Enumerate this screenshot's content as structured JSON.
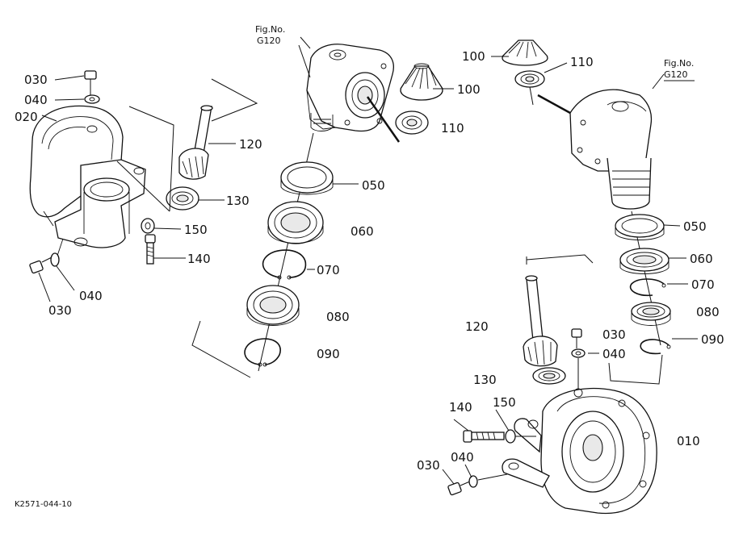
{
  "diagram_code": "K2571-044-10",
  "fig_refs": [
    {
      "id": "fig-left",
      "line1": "Fig.No.",
      "line2": "G120"
    },
    {
      "id": "fig-right",
      "line1": "Fig.No.",
      "line2": "G120"
    }
  ],
  "callouts": [
    {
      "id": "c-030-a",
      "text": "030"
    },
    {
      "id": "c-040-a",
      "text": "040"
    },
    {
      "id": "c-020",
      "text": "020"
    },
    {
      "id": "c-120-a",
      "text": "120"
    },
    {
      "id": "c-130-a",
      "text": "130"
    },
    {
      "id": "c-150-a",
      "text": "150"
    },
    {
      "id": "c-140-a",
      "text": "140"
    },
    {
      "id": "c-040-b",
      "text": "040"
    },
    {
      "id": "c-030-b",
      "text": "030"
    },
    {
      "id": "c-100-a",
      "text": "100"
    },
    {
      "id": "c-110-a",
      "text": "110"
    },
    {
      "id": "c-050-a",
      "text": "050"
    },
    {
      "id": "c-060-a",
      "text": "060"
    },
    {
      "id": "c-070-a",
      "text": "070"
    },
    {
      "id": "c-080-a",
      "text": "080"
    },
    {
      "id": "c-090-a",
      "text": "090"
    },
    {
      "id": "c-100-b",
      "text": "100"
    },
    {
      "id": "c-110-b",
      "text": "110"
    },
    {
      "id": "c-050-b",
      "text": "050"
    },
    {
      "id": "c-060-b",
      "text": "060"
    },
    {
      "id": "c-070-b",
      "text": "070"
    },
    {
      "id": "c-080-b",
      "text": "080"
    },
    {
      "id": "c-090-b",
      "text": "090"
    },
    {
      "id": "c-120-b",
      "text": "120"
    },
    {
      "id": "c-030-c",
      "text": "030"
    },
    {
      "id": "c-040-c",
      "text": "040"
    },
    {
      "id": "c-130-b",
      "text": "130"
    },
    {
      "id": "c-140-b",
      "text": "140"
    },
    {
      "id": "c-150-b",
      "text": "150"
    },
    {
      "id": "c-010",
      "text": "010"
    },
    {
      "id": "c-030-d",
      "text": "030"
    },
    {
      "id": "c-040-d",
      "text": "040"
    }
  ]
}
